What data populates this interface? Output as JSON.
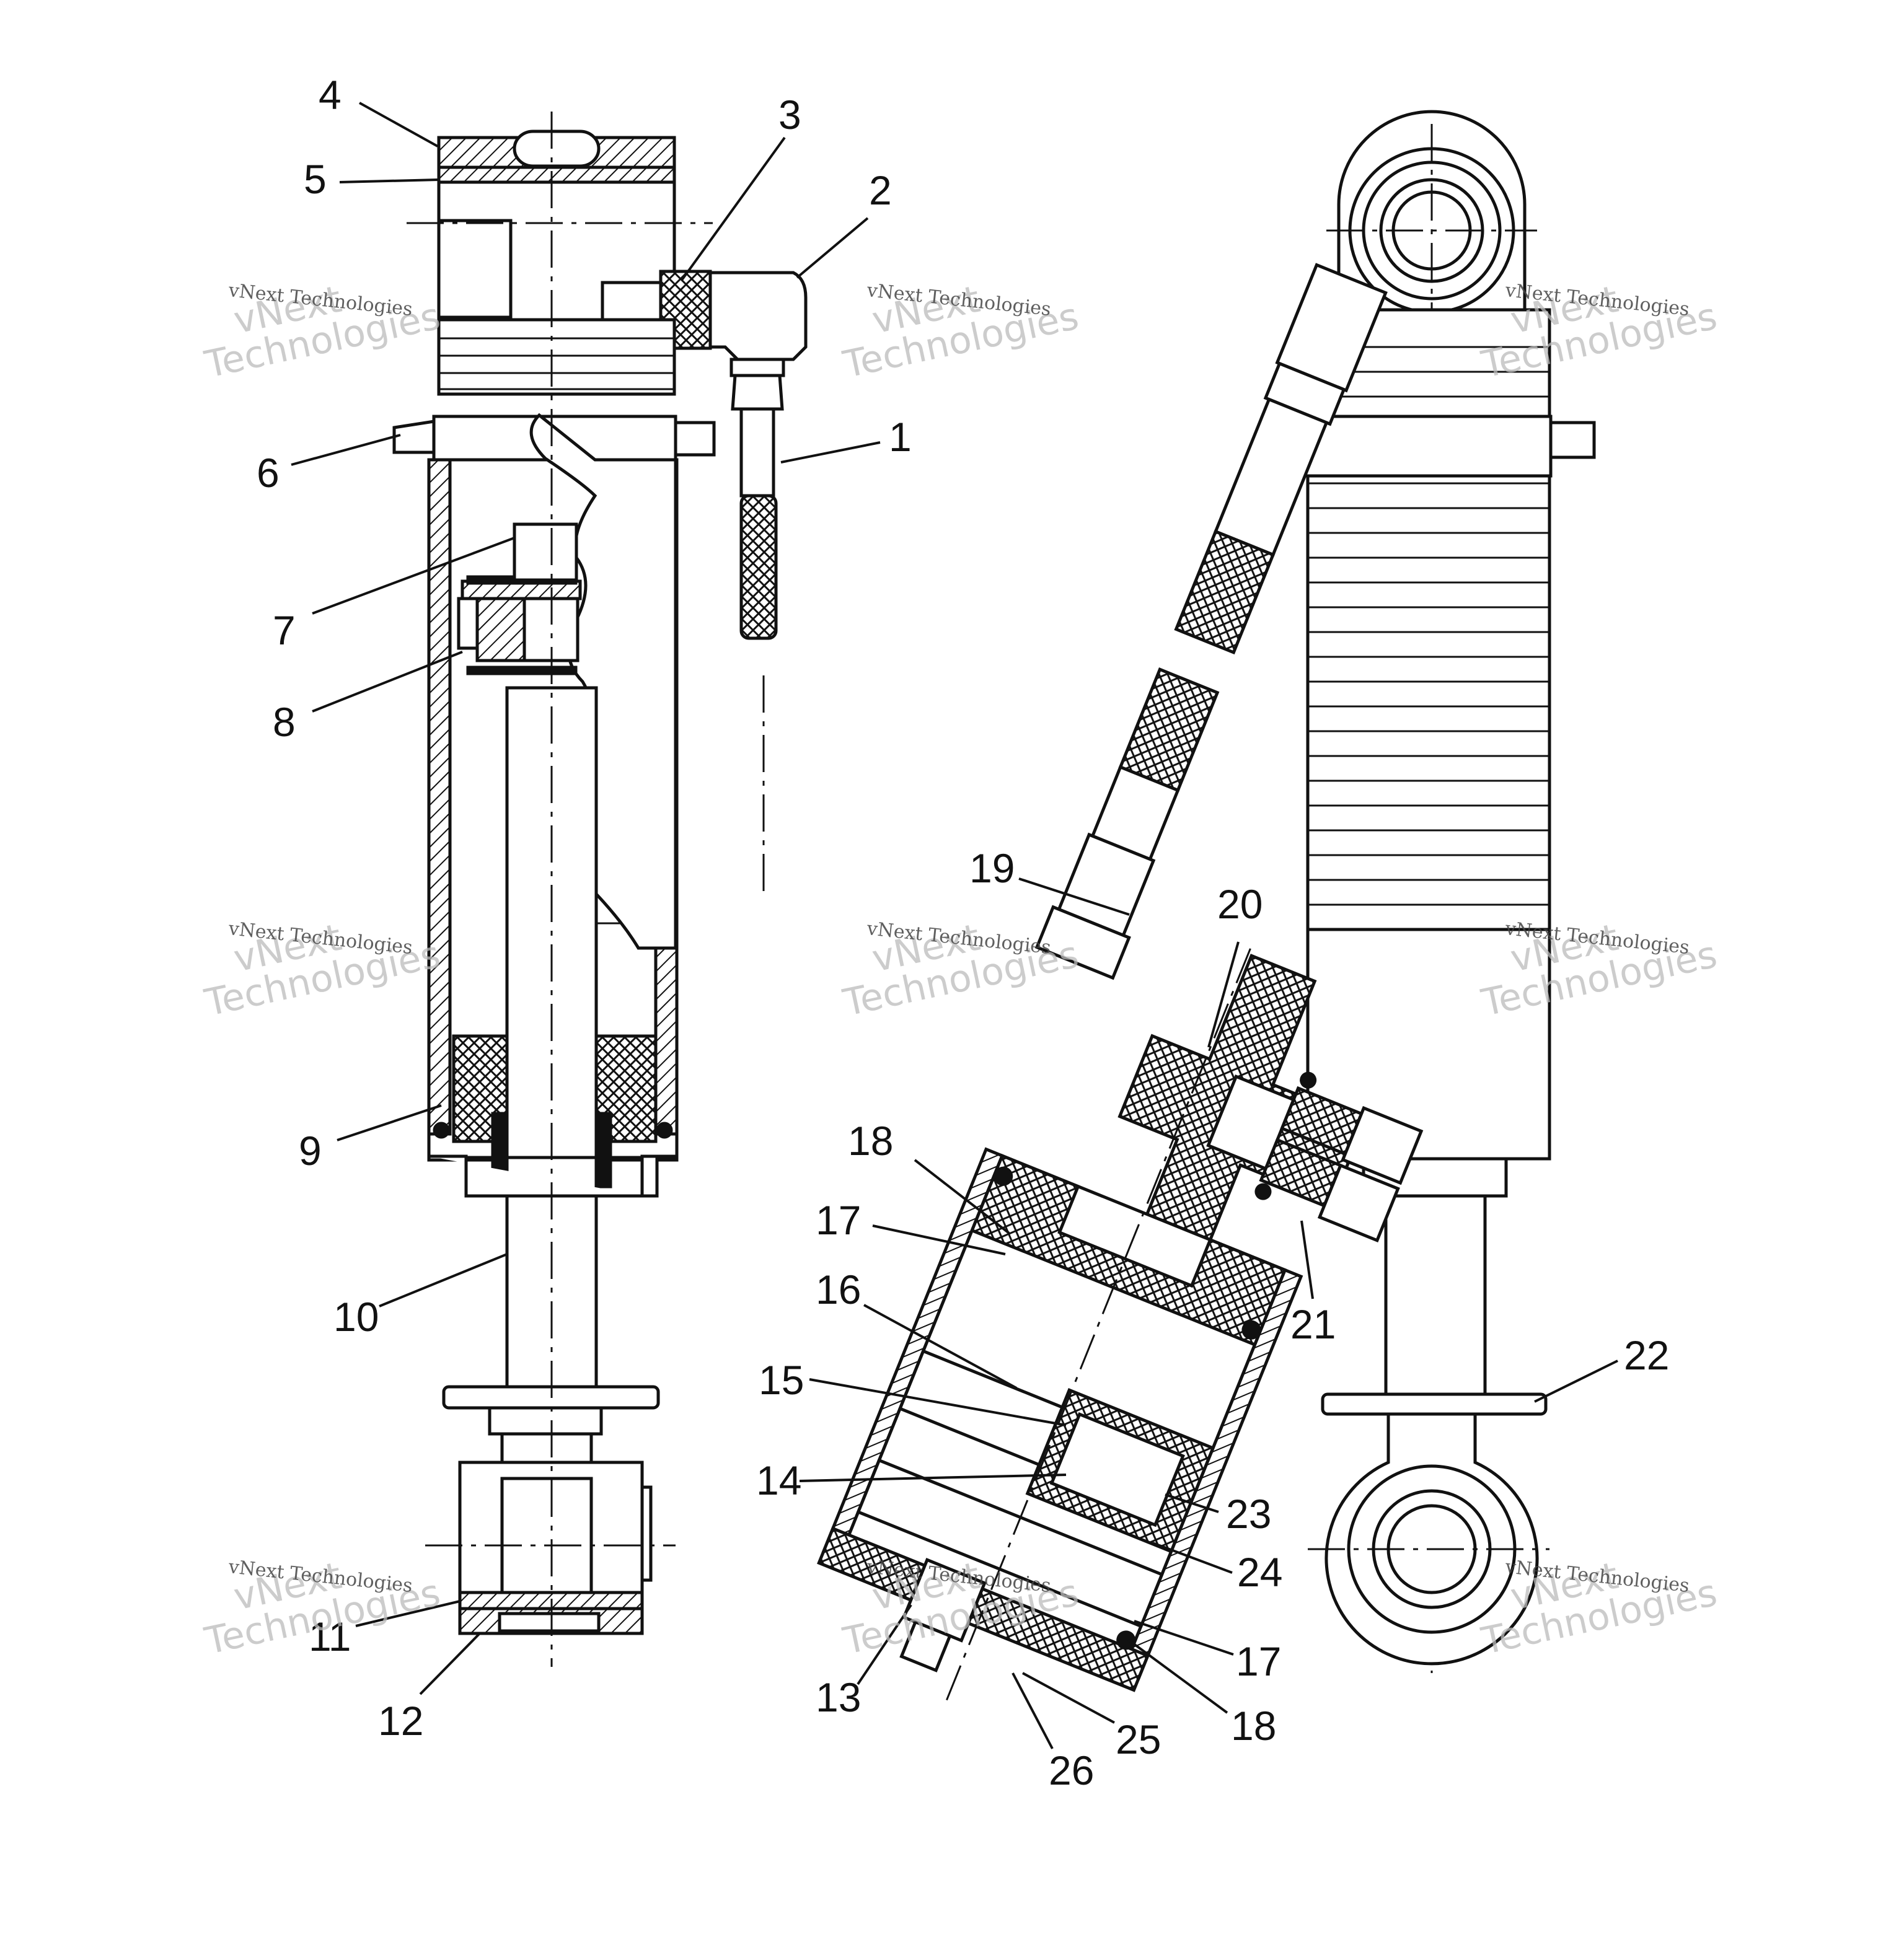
{
  "callouts": [
    {
      "id": "4",
      "label": "4"
    },
    {
      "id": "5",
      "label": "5"
    },
    {
      "id": "3",
      "label": "3"
    },
    {
      "id": "2",
      "label": "2"
    },
    {
      "id": "1",
      "label": "1"
    },
    {
      "id": "6",
      "label": "6"
    },
    {
      "id": "7",
      "label": "7"
    },
    {
      "id": "8",
      "label": "8"
    },
    {
      "id": "9",
      "label": "9"
    },
    {
      "id": "10",
      "label": "10"
    },
    {
      "id": "11",
      "label": "11"
    },
    {
      "id": "12",
      "label": "12"
    },
    {
      "id": "19",
      "label": "19"
    },
    {
      "id": "20",
      "label": "20"
    },
    {
      "id": "21",
      "label": "21"
    },
    {
      "id": "18a",
      "label": "18"
    },
    {
      "id": "17a",
      "label": "17"
    },
    {
      "id": "16",
      "label": "16"
    },
    {
      "id": "15",
      "label": "15"
    },
    {
      "id": "14",
      "label": "14"
    },
    {
      "id": "23",
      "label": "23"
    },
    {
      "id": "24",
      "label": "24"
    },
    {
      "id": "22",
      "label": "22"
    },
    {
      "id": "17b",
      "label": "17"
    },
    {
      "id": "18b",
      "label": "18"
    },
    {
      "id": "13",
      "label": "13"
    },
    {
      "id": "25",
      "label": "25"
    },
    {
      "id": "26",
      "label": "26"
    }
  ],
  "watermark": {
    "brand_line1": "vNext",
    "brand_line2": "Technologies",
    "small": "vNext Technologies"
  }
}
